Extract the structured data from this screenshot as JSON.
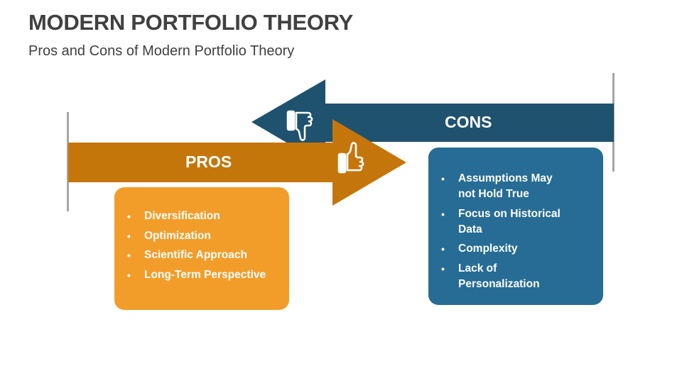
{
  "header": {
    "title": "MODERN PORTFOLIO THEORY",
    "subtitle": "Pros and Cons of Modern Portfolio Theory"
  },
  "colors": {
    "pros_arrow": "#C5760A",
    "pros_box": "#F29D2A",
    "cons_arrow": "#1F526E",
    "cons_box": "#276C94",
    "text_dark": "#404040",
    "guide_line": "#A6A6A6"
  },
  "pros": {
    "label": "PROS",
    "icon": "thumbs-up-icon",
    "items": [
      "Diversification",
      "Optimization",
      "Scientific Approach",
      "Long-Term Perspective"
    ]
  },
  "cons": {
    "label": "CONS",
    "icon": "thumbs-down-icon",
    "items": [
      "Assumptions May not Hold True",
      "Focus on Historical Data",
      "Complexity",
      "Lack of Personalization"
    ]
  }
}
